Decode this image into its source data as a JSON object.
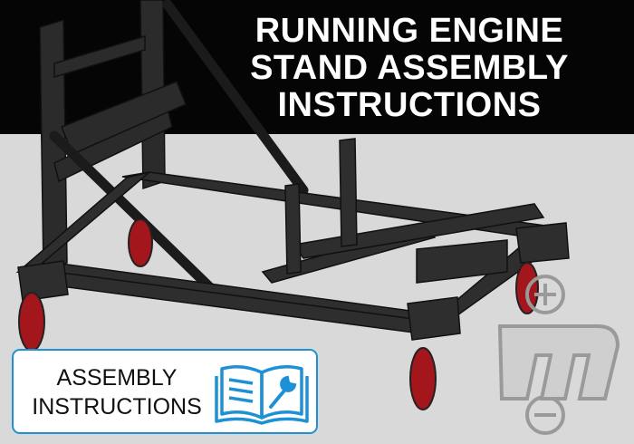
{
  "title": {
    "line1": "RUNNING ENGINE",
    "line2": "STAND ASSEMBLY",
    "line3": "INSTRUCTIONS"
  },
  "badge": {
    "line1": "ASSEMBLY",
    "line2": "INSTRUCTIONS",
    "icon": "book-wrench-icon"
  },
  "logo": {
    "icon": "brand-m-logo"
  },
  "colors": {
    "accent": "#1e90d6",
    "frame": "#2b2b2b",
    "wheel": "#a3161c",
    "background": "#d9d9d9"
  }
}
